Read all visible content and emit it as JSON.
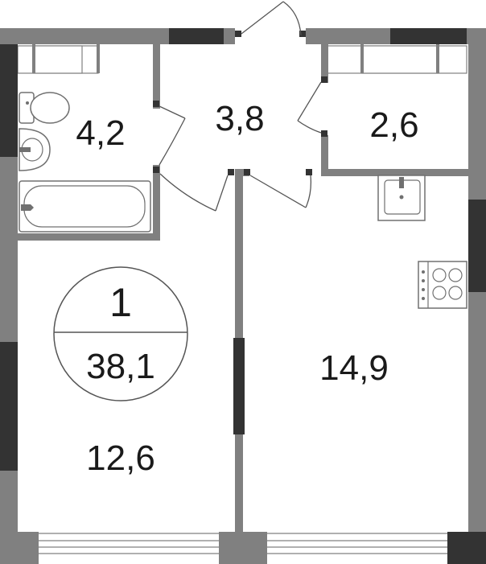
{
  "apartment": {
    "rooms_count": "1",
    "total_area": "38,1"
  },
  "rooms": {
    "bathroom": "4,2",
    "hall": "3,8",
    "storage": "2,6",
    "bedroom": "12,6",
    "kitchen_living": "14,9"
  },
  "colors": {
    "wall": "#808080",
    "wall_dark": "#333333",
    "background": "#ffffff"
  }
}
